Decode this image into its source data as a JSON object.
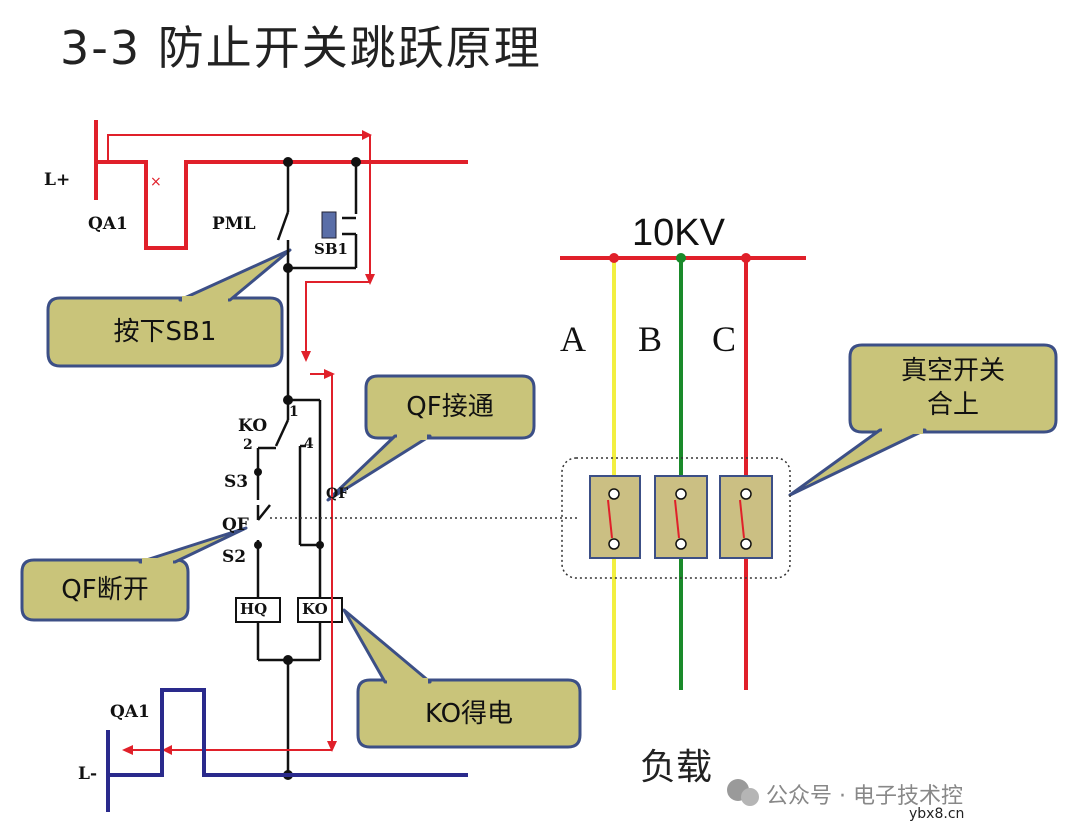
{
  "title": "3-3   防止开关跳跃原理",
  "labels": {
    "l_plus": "L+",
    "l_minus": "L-",
    "qa1_top": "QA1",
    "qa1_bottom": "QA1",
    "pml": "PML",
    "sb1": "SB1",
    "ko": "KO",
    "n1": "1",
    "n2": "2",
    "n4": "4",
    "s3": "S3",
    "qf_left": "QF",
    "qf_right": "QF",
    "s2": "S2",
    "hq": "HQ",
    "ko_coil": "KO"
  },
  "voltage": "10KV",
  "phases": [
    "A",
    "B",
    "C"
  ],
  "callouts": {
    "press_sb1": "按下SB1",
    "qf_on": "QF接通",
    "qf_off": "QF断开",
    "ko_energized": "KO得电",
    "vacuum_closed_line1": "真空开关",
    "vacuum_closed_line2": "合上"
  },
  "load_label": "负载",
  "watermark": "公众号 · 电子技术控",
  "watermark_site": "ybx8.cn",
  "colors": {
    "red_bus": "#e0202a",
    "blue_bus": "#2a2a8c",
    "phase_a": "#f2ef40",
    "phase_b": "#1a8a2a",
    "phase_c": "#e0202a",
    "callout_fill": "#c9c47a",
    "callout_stroke": "#3c4f86",
    "breaker_fill": "#cbbf83"
  }
}
